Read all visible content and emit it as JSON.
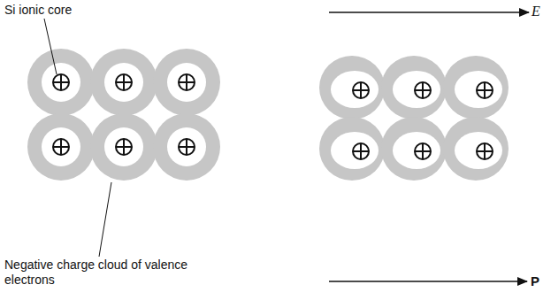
{
  "diagram": {
    "labels": [
      "Si ionic core",
      "Negative charge cloud of valence electrons",
      "E",
      "P"
    ]
  }
}
